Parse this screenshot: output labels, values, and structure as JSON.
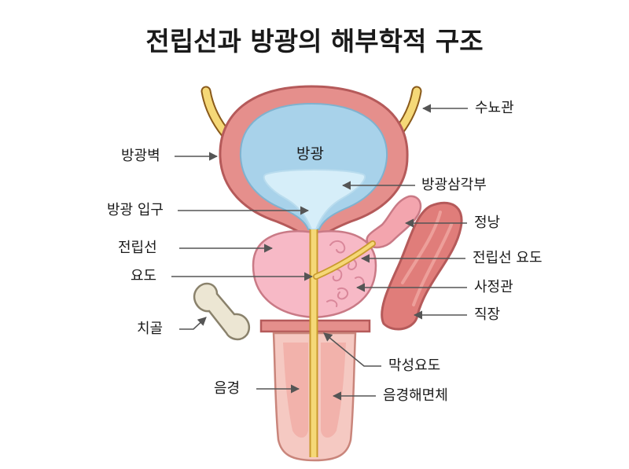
{
  "title": "전립선과 방광의 해부학적 구조",
  "labels": {
    "ureter": "수뇨관",
    "bladder_wall": "방광벽",
    "bladder": "방광",
    "trigone": "방광삼각부",
    "bladder_neck": "방광 입구",
    "seminal_vesicle": "정낭",
    "prostate": "전립선",
    "prostatic_urethra": "전립선 요도",
    "urethra": "요도",
    "ejaculatory_duct": "사정관",
    "rectum": "직장",
    "pubic_bone": "치골",
    "membranous_urethra": "막성요도",
    "penis": "음경",
    "corpus_cavernosum": "음경해면체"
  },
  "colors": {
    "bladder_wall": "#e58f8c",
    "bladder_lumen": "#a8d2ea",
    "trigone": "#d6eef9",
    "prostate": "#f7b9c6",
    "urethra": "#f5d877",
    "seminal_vesicle": "#f3a5ae",
    "rectum": "#e07d7a",
    "bone": "#ece6d3",
    "penis": "#f5c9c2",
    "arrow": "#555555"
  }
}
